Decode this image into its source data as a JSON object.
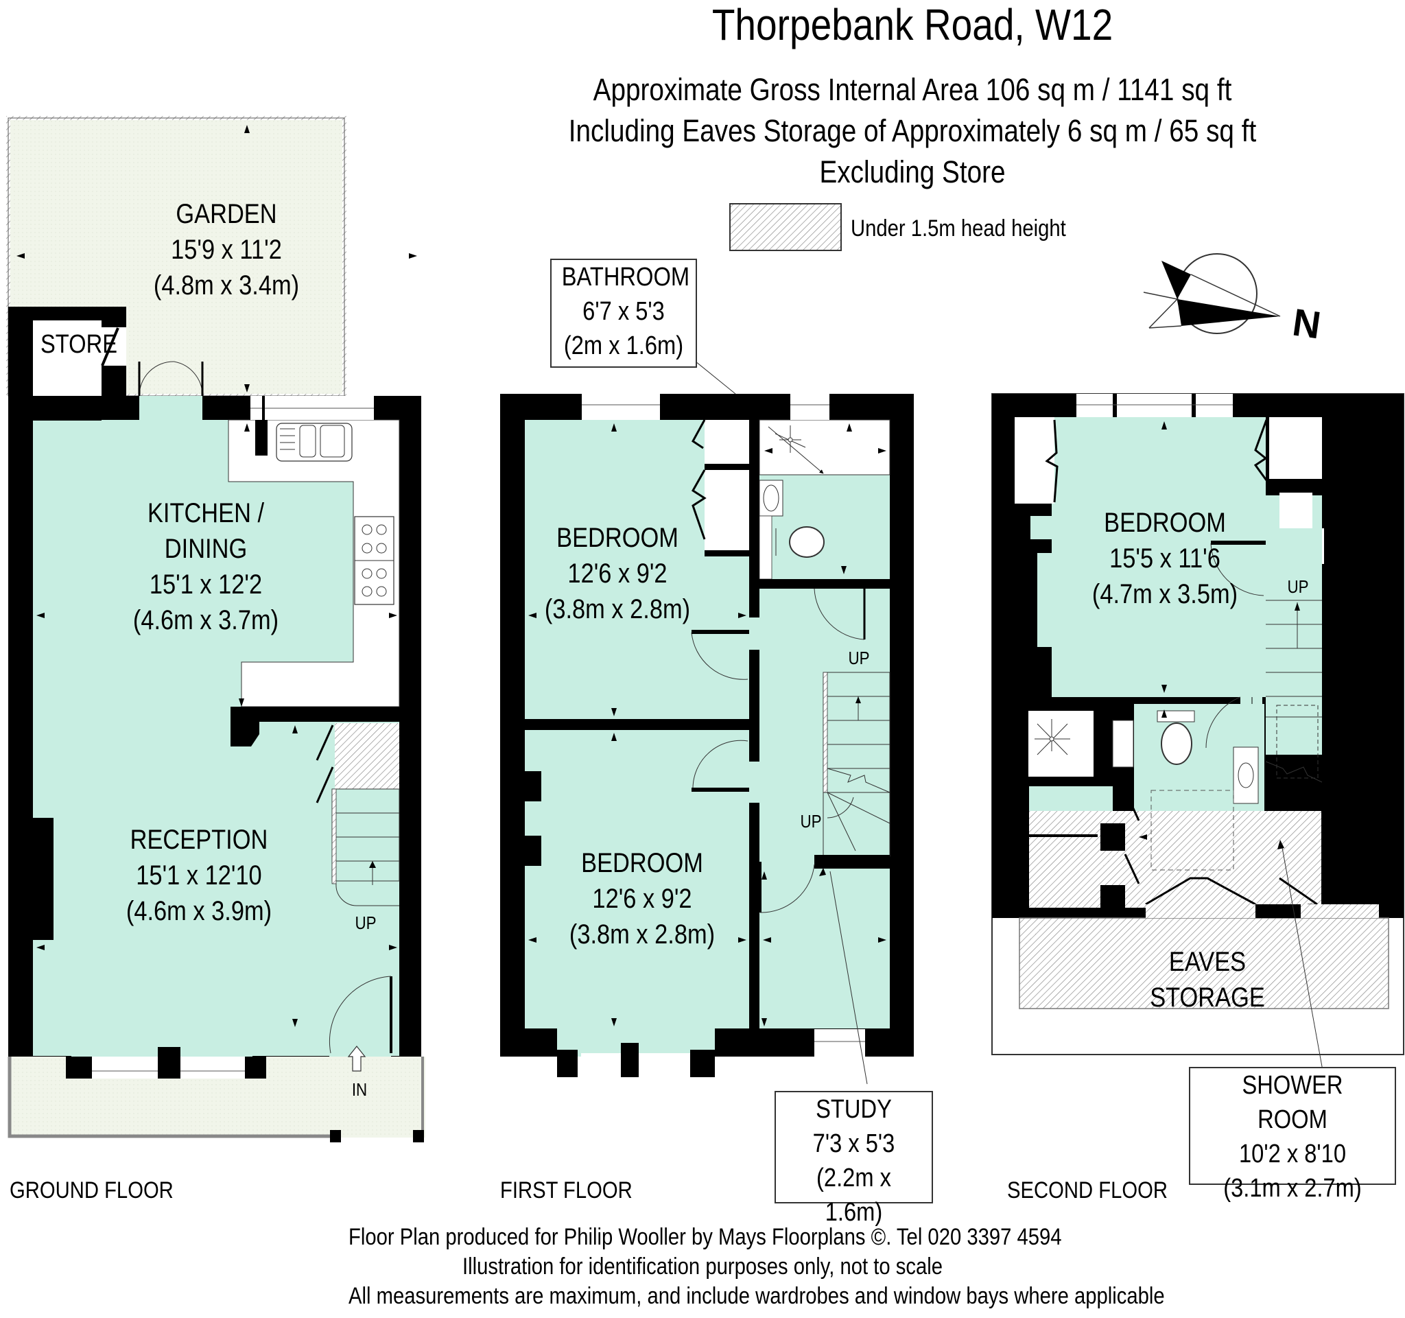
{
  "header": {
    "title": "Thorpebank Road, W12",
    "area_line_1": "Approximate Gross Internal Area 106 sq m  /  1141 sq ft",
    "area_line_2": "Including Eaves Storage of Approximately 6 sq m  /  65 sq ft",
    "area_line_3": "Excluding Store"
  },
  "legend": {
    "hatch_label": "Under 1.5m head height"
  },
  "compass": {
    "north_label": "N",
    "icon": "north-arrow-icon"
  },
  "colors": {
    "room_fill": "#c8eee2",
    "outdoor_fill": "#f1f5ea",
    "wall": "#000000",
    "hatch": "#9a9a9a"
  },
  "floors": {
    "ground": {
      "label": "GROUND FLOOR",
      "rooms": [
        {
          "name": "GARDEN",
          "imperial": "15'9 x 11'2",
          "metric": "(4.8m x 3.4m)"
        },
        {
          "name": "STORE"
        },
        {
          "name": "KITCHEN /",
          "name2": "DINING",
          "imperial": "15'1 x 12'2",
          "metric": "(4.6m x 3.7m)"
        },
        {
          "name": "RECEPTION",
          "imperial": "15'1 x 12'10",
          "metric": "(4.6m x 3.9m)"
        }
      ],
      "stairs_label": "UP",
      "entrance_label": "IN"
    },
    "first": {
      "label": "FIRST FLOOR",
      "rooms": [
        {
          "name": "BATHROOM",
          "imperial": "6'7 x 5'3",
          "metric": "(2m x 1.6m)"
        },
        {
          "name": "BEDROOM",
          "imperial": "12'6 x 9'2",
          "metric": "(3.8m x 2.8m)"
        },
        {
          "name": "BEDROOM",
          "imperial": "12'6 x 9'2",
          "metric": "(3.8m x 2.8m)"
        },
        {
          "name": "STUDY",
          "imperial": "7'3 x 5'3",
          "metric": "(2.2m x 1.6m)"
        }
      ],
      "stairs_label_1": "UP",
      "stairs_label_2": "UP"
    },
    "second": {
      "label": "SECOND FLOOR",
      "rooms": [
        {
          "name": "BEDROOM",
          "imperial": "15'5 x 11'6",
          "metric": "(4.7m x 3.5m)"
        },
        {
          "name": "EAVES",
          "name2": "STORAGE"
        },
        {
          "name": "SHOWER ROOM",
          "imperial": "10'2 x 8'10",
          "metric": "(3.1m x 2.7m)"
        }
      ],
      "stairs_label": "UP"
    }
  },
  "footer": {
    "line_1": "Floor Plan produced for Philip Wooller by Mays Floorplans  ©. Tel 020 3397 4594",
    "line_2": "Illustration for identification purposes only, not to scale",
    "line_3": "All measurements are maximum, and include wardrobes and window bays where applicable"
  }
}
